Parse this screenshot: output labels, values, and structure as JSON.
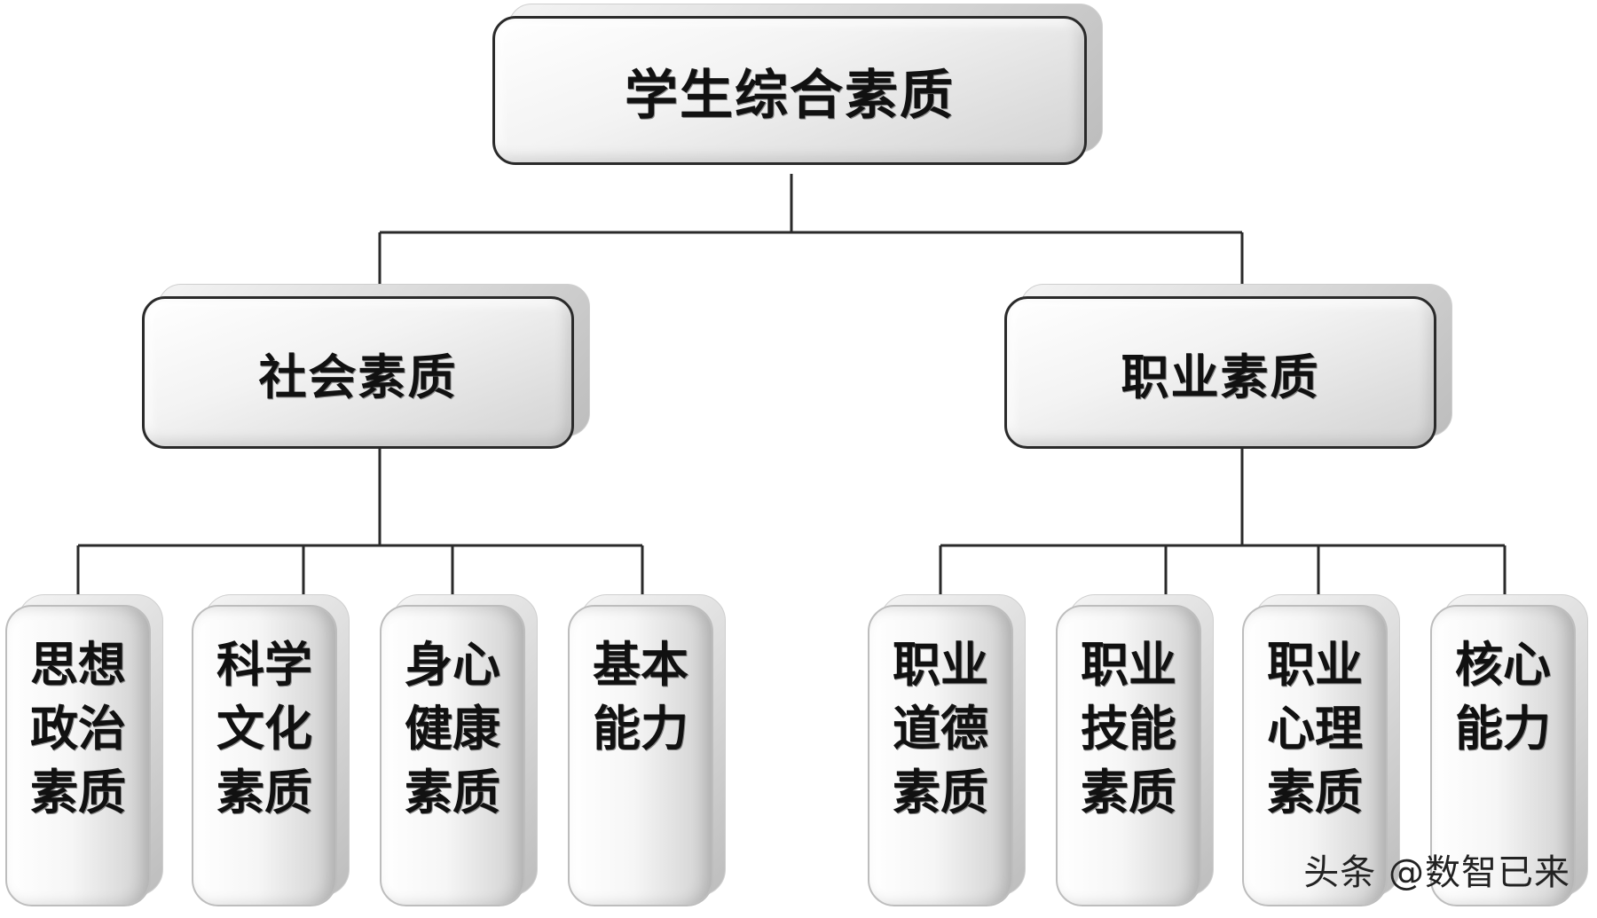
{
  "root": {
    "label": "学生综合素质"
  },
  "branches": [
    {
      "label": "社会素质",
      "children": [
        "思想政治素质",
        "科学文化素质",
        "身心健康素质",
        "基本能力"
      ]
    },
    {
      "label": "职业素质",
      "children": [
        "职业道德素质",
        "职业技能素质",
        "职业心理素质",
        "核心能力"
      ]
    }
  ],
  "watermark": "头条 @数智已来",
  "colors": {
    "line": "#2a2a2a",
    "border": "#2a2a2a",
    "text": "#111111"
  }
}
